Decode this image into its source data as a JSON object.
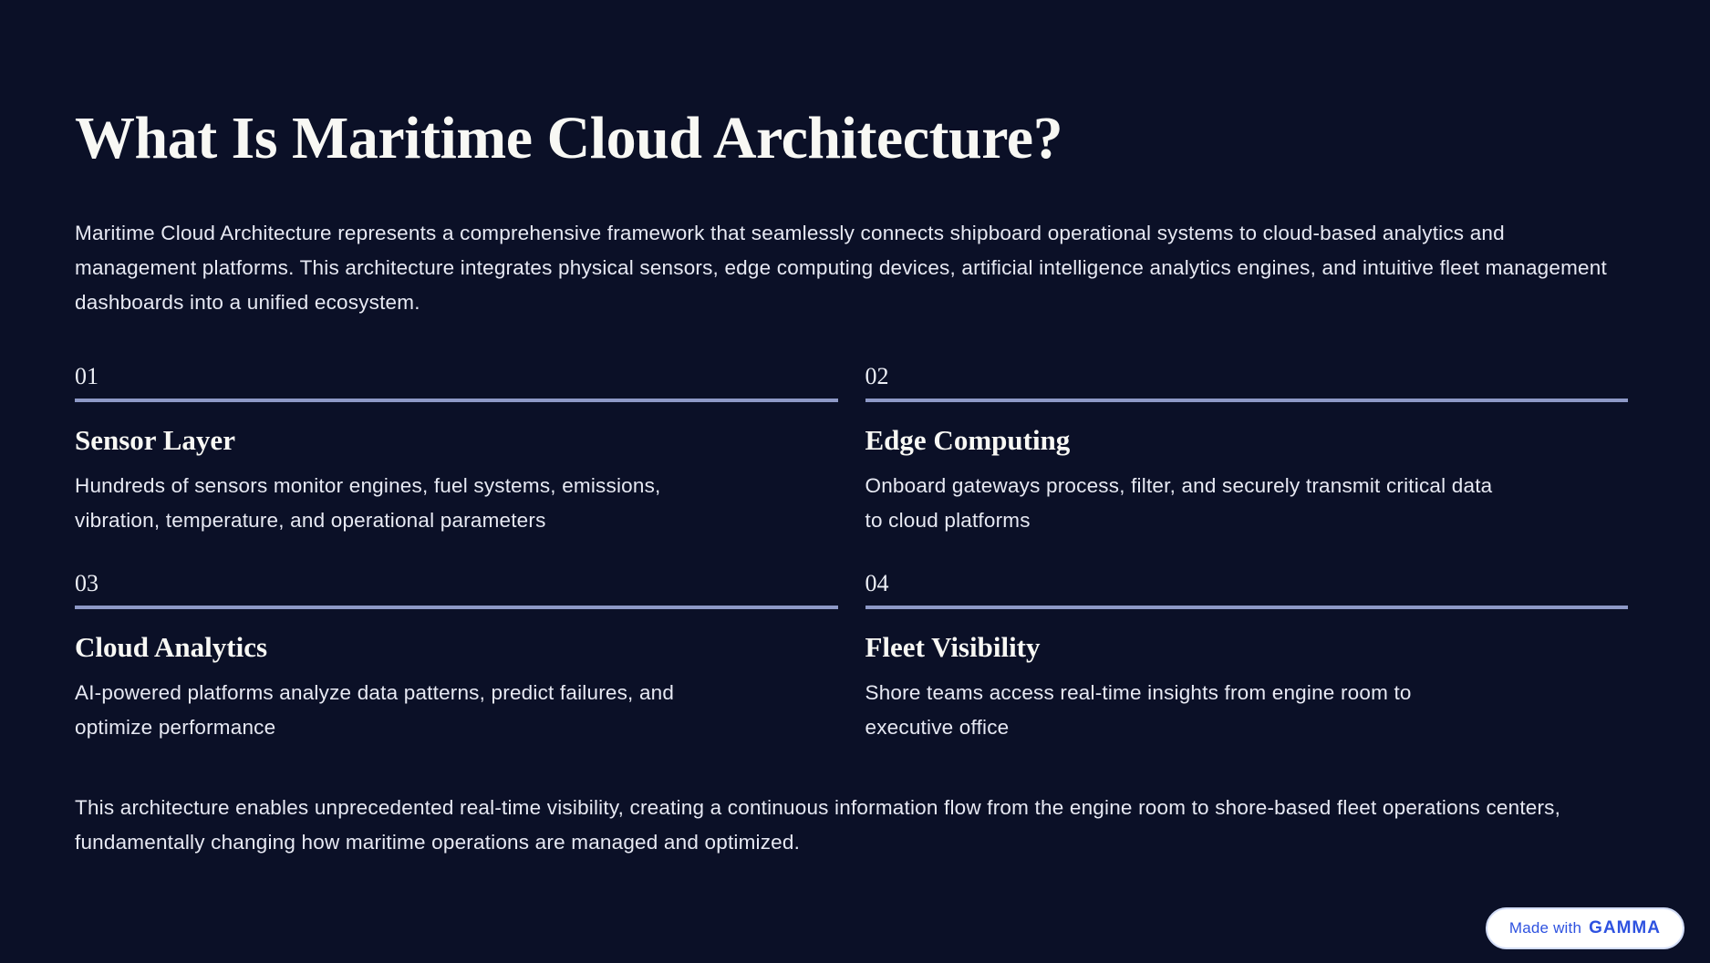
{
  "slide": {
    "title": "What Is Maritime Cloud Architecture?",
    "intro": "Maritime Cloud Architecture represents a comprehensive framework that seamlessly connects shipboard operational systems to cloud-based analytics and management platforms. This architecture integrates physical sensors, edge computing devices, artificial intelligence analytics engines, and intuitive fleet management dashboards into a unified ecosystem.",
    "items": [
      {
        "number": "01",
        "title": "Sensor Layer",
        "description": "Hundreds of sensors monitor engines, fuel systems, emissions, vibration, temperature, and operational parameters"
      },
      {
        "number": "02",
        "title": "Edge Computing",
        "description": "Onboard gateways process, filter, and securely transmit critical data to cloud platforms"
      },
      {
        "number": "03",
        "title": "Cloud Analytics",
        "description": "AI-powered platforms analyze data patterns, predict failures, and optimize performance"
      },
      {
        "number": "04",
        "title": "Fleet Visibility",
        "description": "Shore teams access real-time insights from engine room to executive office"
      }
    ],
    "outro": "This architecture enables unprecedented real-time visibility, creating a continuous information flow from the engine room to shore-based fleet operations centers, fundamentally changing how maritime operations are managed and optimized.",
    "badge": {
      "prefix": "Made with",
      "brand": "GAMMA"
    },
    "colors": {
      "background": "#0b1027",
      "heading_text": "#f8f8f4",
      "body_text": "#e7e9f3",
      "divider": "#8e99c7",
      "badge_background": "#ffffff",
      "badge_text": "#2e52e0"
    }
  }
}
